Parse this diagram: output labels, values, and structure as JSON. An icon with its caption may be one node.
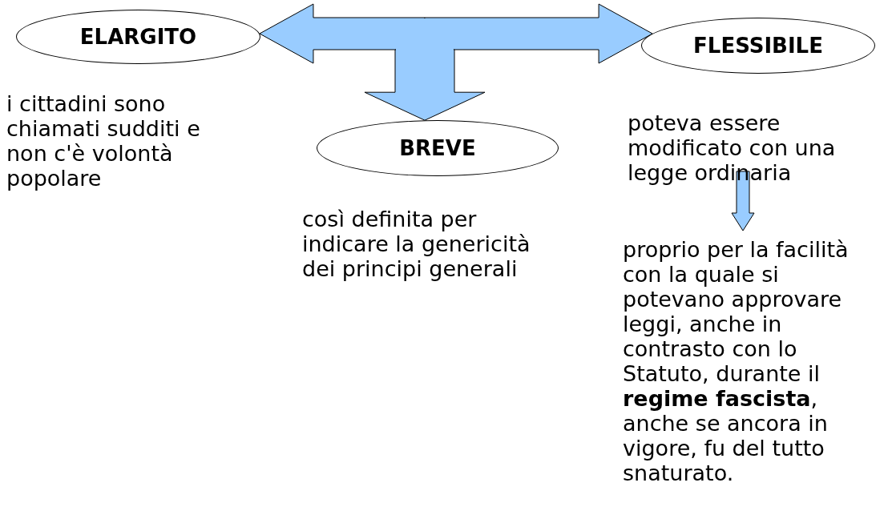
{
  "diagram": {
    "nodes": [
      {
        "text": [
          "ELARGITO"
        ],
        "beside": [
          "i cittadini sono chiamati sudditi e non c'è volontà popolare"
        ]
      },
      {
        "text": [
          "FLESSIBILE"
        ]
      },
      {
        "text": [
          "BREVE"
        ],
        "beside": [
          "così definita per indicare la genericità dei principi generali"
        ]
      },
      {
        "text": [
          "poteva essere modificato con una legge ordinaria"
        ]
      },
      {
        "text": [
          "proprio per la facilità  con la quale si potevano approvare leggi, anche in contrasto con lo Statuto, durante il **regime fascista**, anche se ancora in vigore, fu del tutto snaturato."
        ]
      }
    ],
    "edges": [
      {
        "from": null,
        "to": 0,
        "arrow": "to",
        "style": "thick"
      },
      {
        "from": null,
        "to": 1,
        "arrow": "to",
        "style": "thick"
      },
      {
        "from": null,
        "to": 2,
        "arrow": "to",
        "style": "thick"
      },
      {
        "from": 3,
        "to": 4,
        "arrow": "to",
        "style": "thick"
      }
    ]
  }
}
